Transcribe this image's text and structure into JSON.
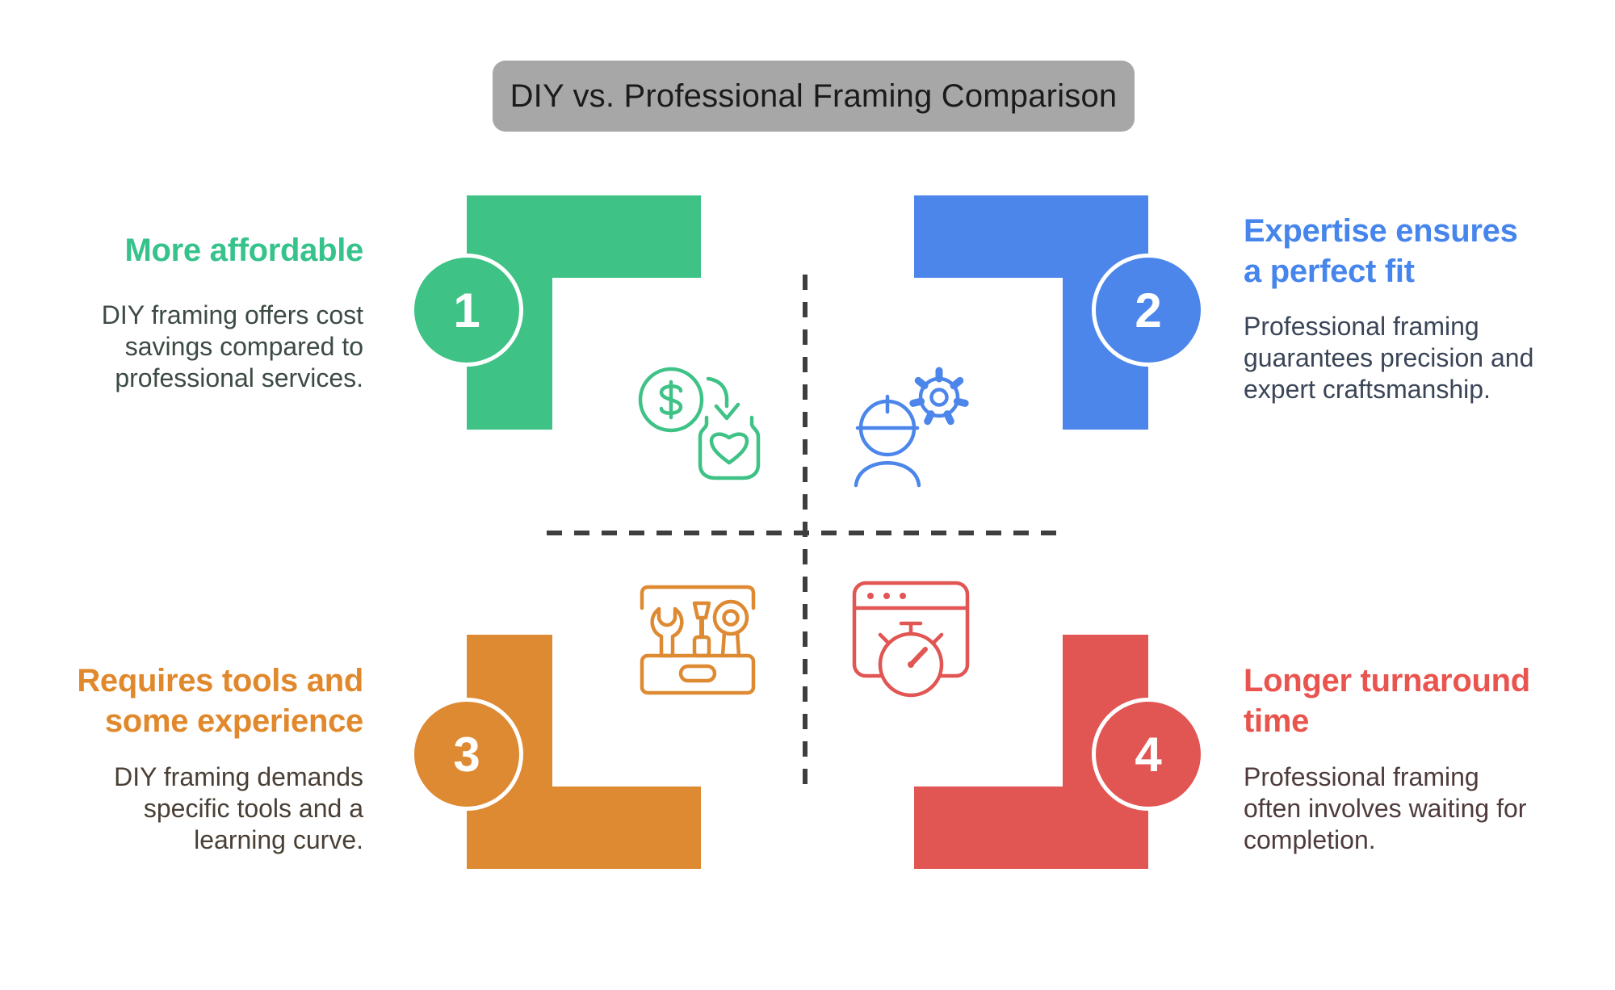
{
  "title": "DIY vs. Professional Framing Comparison",
  "style": {
    "background": "#FFFFFF",
    "title_bg": "#A7A7A7",
    "title_color": "#1B1B1B",
    "divider_color": "#3E3E3E",
    "badge_number_color": "#FFFFFF",
    "badge_ring_color": "#FFFFFF"
  },
  "quadrants": [
    {
      "number": "1",
      "heading_lines": [
        "More affordable"
      ],
      "body_lines": [
        "DIY framing offers cost",
        "savings compared to",
        "professional services."
      ],
      "accent": "#3EC286",
      "heading_color": "#35C28B",
      "body_color": "#3C4B43",
      "icon": "money-savings-icon"
    },
    {
      "number": "2",
      "heading_lines": [
        "Expertise ensures",
        "a perfect fit"
      ],
      "body_lines": [
        "Professional framing",
        "guarantees precision and",
        "expert craftsmanship."
      ],
      "accent": "#4C86EA",
      "heading_color": "#4585EC",
      "body_color": "#3A4557",
      "icon": "engineer-gear-icon"
    },
    {
      "number": "3",
      "heading_lines": [
        "Requires tools and",
        "some experience"
      ],
      "body_lines": [
        "DIY framing demands",
        "specific tools and a",
        "learning curve."
      ],
      "accent": "#DE8A33",
      "heading_color": "#E0882B",
      "body_color": "#493F35",
      "icon": "toolbox-icon"
    },
    {
      "number": "4",
      "heading_lines": [
        "Longer turnaround",
        "time"
      ],
      "body_lines": [
        "Professional framing",
        "often involves waiting for",
        "completion."
      ],
      "accent": "#E15553",
      "heading_color": "#EA544E",
      "body_color": "#4F3B3B",
      "icon": "deadline-timer-icon"
    }
  ]
}
